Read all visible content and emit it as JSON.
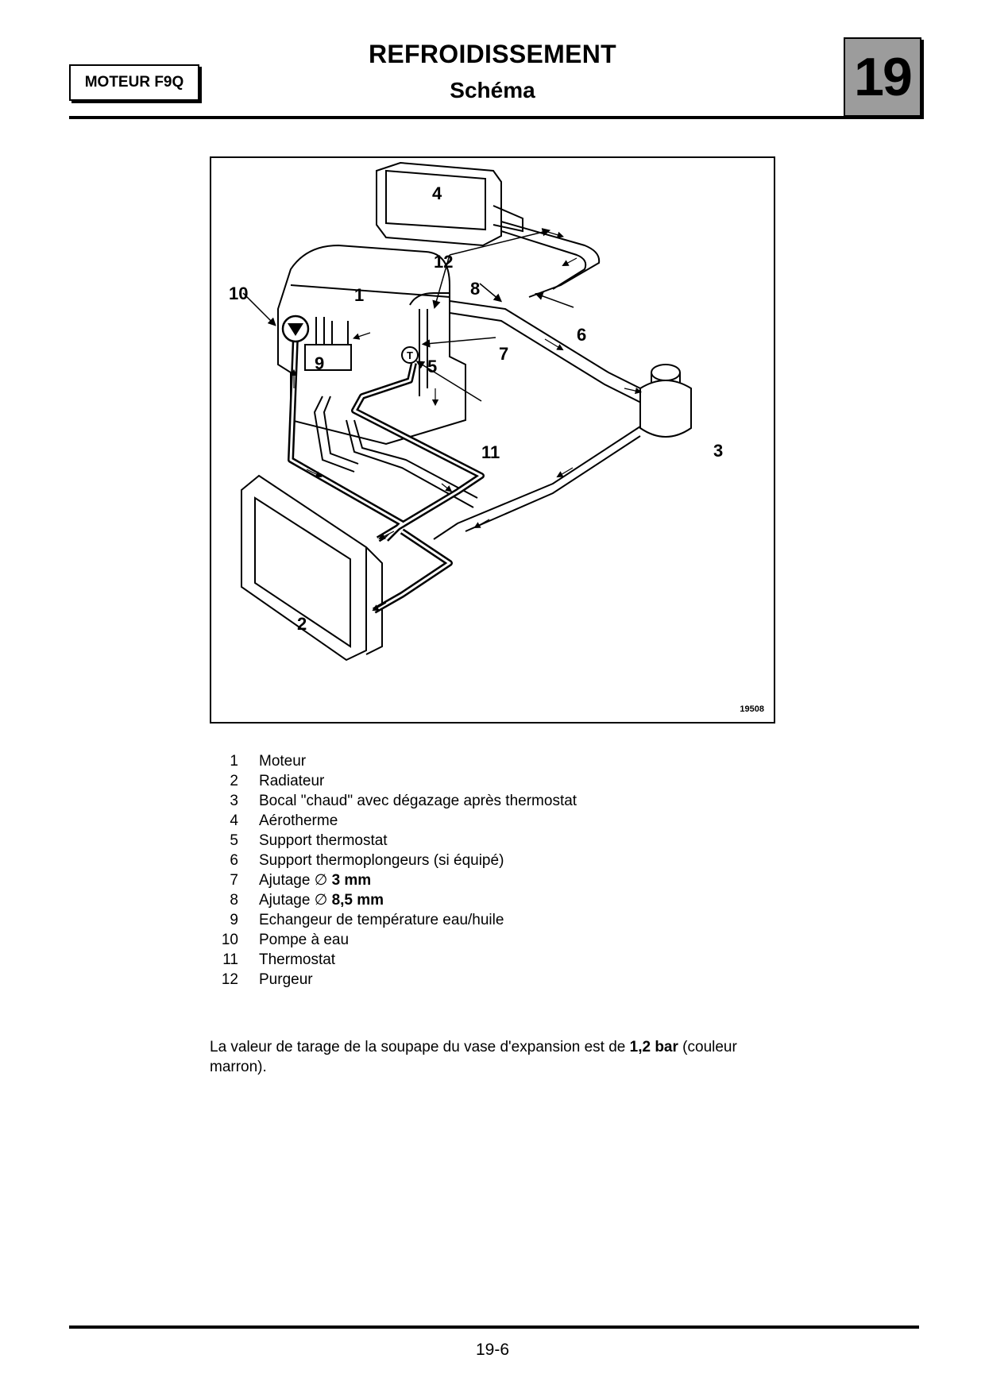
{
  "header": {
    "engine": "MOTEUR F9Q",
    "title": "REFROIDISSEMENT",
    "subtitle": "Schéma",
    "section": "19"
  },
  "figure": {
    "ref": "19508",
    "callouts": [
      "1",
      "2",
      "3",
      "4",
      "5",
      "6",
      "7",
      "8",
      "9",
      "10",
      "11",
      "12"
    ],
    "thermostat_mark": "T"
  },
  "legend": [
    {
      "num": "1",
      "text": "Moteur",
      "bold": ""
    },
    {
      "num": "2",
      "text": "Radiateur",
      "bold": ""
    },
    {
      "num": "3",
      "text": "Bocal \"chaud\" avec dégazage après thermostat",
      "bold": ""
    },
    {
      "num": "4",
      "text": "Aérotherme",
      "bold": ""
    },
    {
      "num": "5",
      "text": "Support thermostat",
      "bold": ""
    },
    {
      "num": "6",
      "text": "Support thermoplongeurs (si équipé)",
      "bold": ""
    },
    {
      "num": "7",
      "text": "Ajutage ∅ ",
      "bold": "3 mm"
    },
    {
      "num": "8",
      "text": "Ajutage ∅ ",
      "bold": "8,5 mm"
    },
    {
      "num": "9",
      "text": "Echangeur de température eau/huile",
      "bold": ""
    },
    {
      "num": "10",
      "text": "Pompe à eau",
      "bold": ""
    },
    {
      "num": "11",
      "text": "Thermostat",
      "bold": ""
    },
    {
      "num": "12",
      "text": "Purgeur",
      "bold": ""
    }
  ],
  "note": {
    "before": "La valeur de tarage de la soupape du vase d'expansion est de ",
    "bold": "1,2 bar",
    "after": " (couleur marron)."
  },
  "footer": {
    "page": "19-6"
  }
}
